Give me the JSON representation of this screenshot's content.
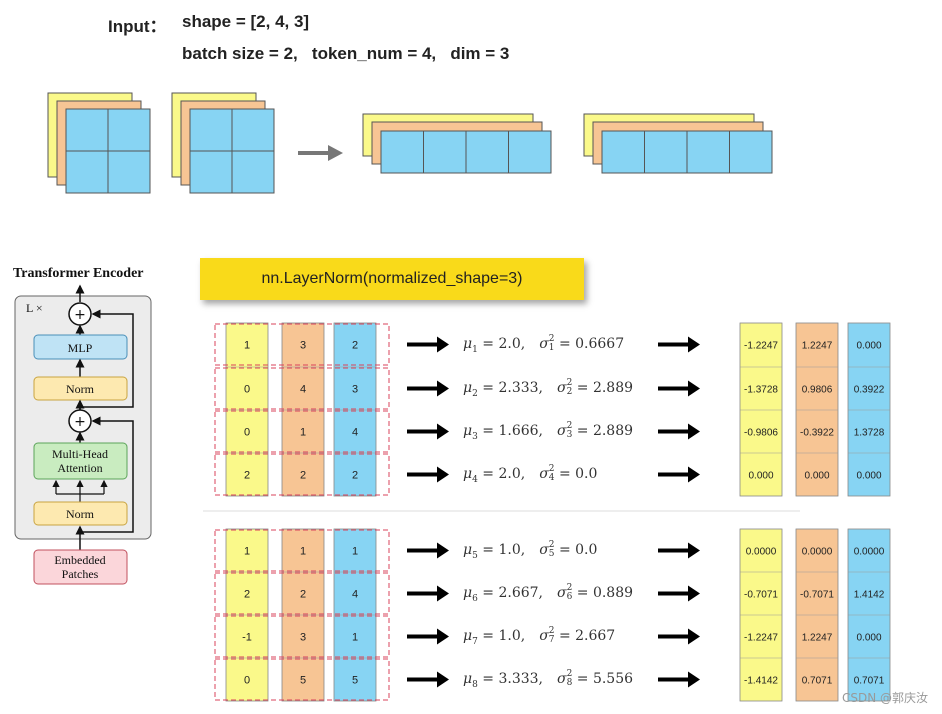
{
  "header": {
    "input_label": "Input：",
    "shape_text": "shape = [2, 4, 3]",
    "params_text": "batch size = 2,   token_num = 4,   dim = 3"
  },
  "encoder": {
    "title": "Transformer Encoder",
    "repeat_label": "L ×",
    "mlp_label": "MLP",
    "norm_label": "Norm",
    "mha_label_1": "Multi-Head",
    "mha_label_2": "Attention",
    "embed_label_1": "Embedded",
    "embed_label_2": "Patches",
    "plus_symbol": "+"
  },
  "layernorm": {
    "title": "nn.LayerNorm(normalized_shape=3)"
  },
  "colors": {
    "yellow": "#faf98a",
    "orange": "#f7c594",
    "blue": "#87d4f3",
    "title_box": "#f9da1a",
    "dash_red": "#d9435b",
    "arrow_gray": "#777777"
  },
  "rows": [
    {
      "inputs": [
        "1",
        "3",
        "2"
      ],
      "mu_sub": "1",
      "mu": "2.0",
      "var": "0.6667",
      "outputs": [
        "-1.2247",
        "1.2247",
        "0.000"
      ]
    },
    {
      "inputs": [
        "0",
        "4",
        "3"
      ],
      "mu_sub": "2",
      "mu": "2.333",
      "var": "2.889",
      "outputs": [
        "-1.3728",
        "0.9806",
        "0.3922"
      ]
    },
    {
      "inputs": [
        "0",
        "1",
        "4"
      ],
      "mu_sub": "3",
      "mu": "1.666",
      "var": "2.889",
      "outputs": [
        "-0.9806",
        "-0.3922",
        "1.3728"
      ]
    },
    {
      "inputs": [
        "2",
        "2",
        "2"
      ],
      "mu_sub": "4",
      "mu": "2.0",
      "var": "0.0",
      "outputs": [
        "0.000",
        "0.000",
        "0.000"
      ]
    },
    {
      "inputs": [
        "1",
        "1",
        "1"
      ],
      "mu_sub": "5",
      "mu": "1.0",
      "var": "0.0",
      "outputs": [
        "0.0000",
        "0.0000",
        "0.0000"
      ]
    },
    {
      "inputs": [
        "2",
        "2",
        "4"
      ],
      "mu_sub": "6",
      "mu": "2.667",
      "var": "0.889",
      "outputs": [
        "-0.7071",
        "-0.7071",
        "1.4142"
      ]
    },
    {
      "inputs": [
        "-1",
        "3",
        "1"
      ],
      "mu_sub": "7",
      "mu": "1.0",
      "var": "2.667",
      "outputs": [
        "-1.2247",
        "1.2247",
        "0.000"
      ]
    },
    {
      "inputs": [
        "0",
        "5",
        "5"
      ],
      "mu_sub": "8",
      "mu": "3.333",
      "var": "5.556",
      "outputs": [
        "-1.4142",
        "0.7071",
        "0.7071"
      ]
    }
  ],
  "watermark": "CSDN @郭庆汝"
}
